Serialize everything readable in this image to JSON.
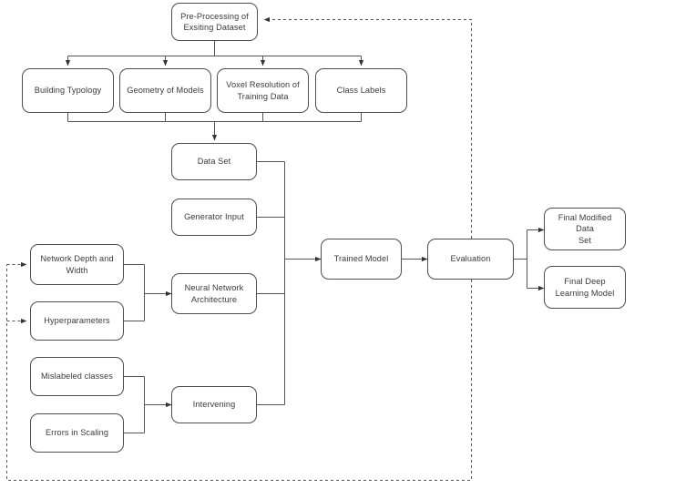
{
  "diagram": {
    "title": "Deep Learning Dataset Processing Workflow",
    "type": "flowchart",
    "background_color": "#ffffff",
    "node_border_color": "#4d4d4d",
    "node_fill_color": "#ffffff",
    "edge_color": "#555555",
    "text_color": "#3a3a3a"
  },
  "nodes": {
    "pre_processing": {
      "label": "Pre-Processing of Exsiting Dataset",
      "line1": "Pre-Processing of",
      "line2": "Exsiting Dataset"
    },
    "building_typology": {
      "label": "Building Typology"
    },
    "geometry_of_models": {
      "label": "Geometry of Models"
    },
    "voxel_resolution": {
      "label": "Voxel Resolution of Training Data",
      "line1": "Voxel Resolution of",
      "line2": "Training Data"
    },
    "class_labels": {
      "label": "Class Labels"
    },
    "data_set": {
      "label": "Data Set"
    },
    "generator_input": {
      "label": "Generator Input"
    },
    "neural_network_architecture": {
      "label": "Neural Network Architecture",
      "line1": "Neural Network",
      "line2": "Architecture"
    },
    "intervening": {
      "label": "Intervening"
    },
    "network_depth_width": {
      "label": "Network Depth and Width",
      "line1": "Network Depth and",
      "line2": "Width"
    },
    "hyperparameters": {
      "label": "Hyperparameters"
    },
    "mislabeled_classes": {
      "label": "Mislabeled classes"
    },
    "errors_in_scaling": {
      "label": "Errors in Scaling"
    },
    "trained_model": {
      "label": "Trained Model"
    },
    "evaluation": {
      "label": "Evaluation"
    },
    "final_modified_data_set": {
      "label": "Final Modified Data Set",
      "line1": "Final Modified Data",
      "line2": "Set"
    },
    "final_deep_learning_model": {
      "label": "Final Deep Learning Model",
      "line1": "Final Deep",
      "line2": "Learning Model"
    }
  },
  "edges": [
    {
      "from": "pre_processing",
      "to": "building_typology",
      "style": "solid",
      "arrow": true
    },
    {
      "from": "pre_processing",
      "to": "geometry_of_models",
      "style": "solid",
      "arrow": true
    },
    {
      "from": "pre_processing",
      "to": "voxel_resolution",
      "style": "solid",
      "arrow": true
    },
    {
      "from": "pre_processing",
      "to": "class_labels",
      "style": "solid",
      "arrow": true
    },
    {
      "from": "building_typology",
      "to": "data_set",
      "style": "solid",
      "arrow": true
    },
    {
      "from": "geometry_of_models",
      "to": "data_set",
      "style": "solid",
      "arrow": true
    },
    {
      "from": "voxel_resolution",
      "to": "data_set",
      "style": "solid",
      "arrow": true
    },
    {
      "from": "class_labels",
      "to": "data_set",
      "style": "solid",
      "arrow": true
    },
    {
      "from": "data_set",
      "to": "trained_model",
      "style": "solid",
      "arrow": true
    },
    {
      "from": "generator_input",
      "to": "trained_model",
      "style": "solid",
      "arrow": true
    },
    {
      "from": "neural_network_architecture",
      "to": "trained_model",
      "style": "solid",
      "arrow": true
    },
    {
      "from": "intervening",
      "to": "trained_model",
      "style": "solid",
      "arrow": true
    },
    {
      "from": "network_depth_width",
      "to": "neural_network_architecture",
      "style": "solid",
      "arrow": true
    },
    {
      "from": "hyperparameters",
      "to": "neural_network_architecture",
      "style": "solid",
      "arrow": true
    },
    {
      "from": "mislabeled_classes",
      "to": "intervening",
      "style": "solid",
      "arrow": true
    },
    {
      "from": "errors_in_scaling",
      "to": "intervening",
      "style": "solid",
      "arrow": true
    },
    {
      "from": "trained_model",
      "to": "evaluation",
      "style": "solid",
      "arrow": true
    },
    {
      "from": "evaluation",
      "to": "final_modified_data_set",
      "style": "solid",
      "arrow": true
    },
    {
      "from": "evaluation",
      "to": "final_deep_learning_model",
      "style": "solid",
      "arrow": true
    },
    {
      "from": "evaluation",
      "to": "pre_processing",
      "style": "dashed",
      "arrow": true,
      "note": "feedback loop to top"
    },
    {
      "from": "evaluation",
      "to": "network_depth_width",
      "style": "dashed",
      "arrow": true,
      "note": "feedback loop around bottom-left"
    },
    {
      "from": "evaluation",
      "to": "hyperparameters",
      "style": "dashed",
      "arrow": true,
      "note": "feedback loop around bottom-left"
    }
  ]
}
